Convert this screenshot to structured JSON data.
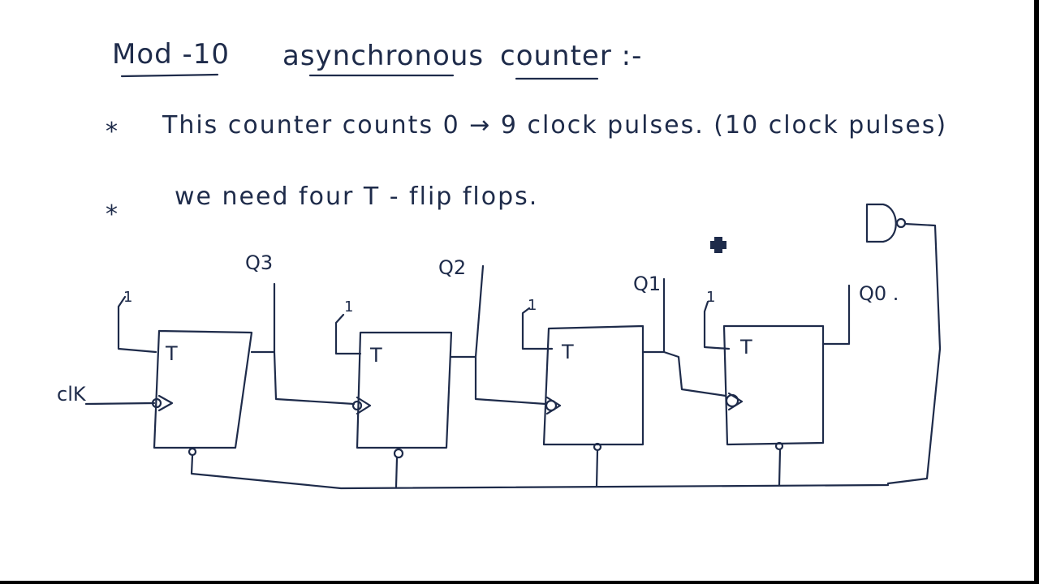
{
  "title": {
    "part1": "Mod -10",
    "part2": "asynchronous",
    "part3": "counter :-"
  },
  "bullets": [
    {
      "marker": "*",
      "text": "This counter counts 0 → 9 clock pulses. (10 clock pulses)"
    },
    {
      "marker": "*",
      "text": "we need four T - flip flops."
    }
  ],
  "clock_label": "clK",
  "flipflops": [
    {
      "t_label": "T",
      "input_label": "1",
      "output_label": "Q3"
    },
    {
      "t_label": "T",
      "input_label": "1",
      "output_label": "Q2"
    },
    {
      "t_label": "T",
      "input_label": "1",
      "output_label": "Q1"
    },
    {
      "t_label": "T",
      "input_label": "1",
      "output_label": "Q0 ."
    }
  ],
  "colors": {
    "ink": "#1e2b4a",
    "paper": "#ffffff"
  }
}
